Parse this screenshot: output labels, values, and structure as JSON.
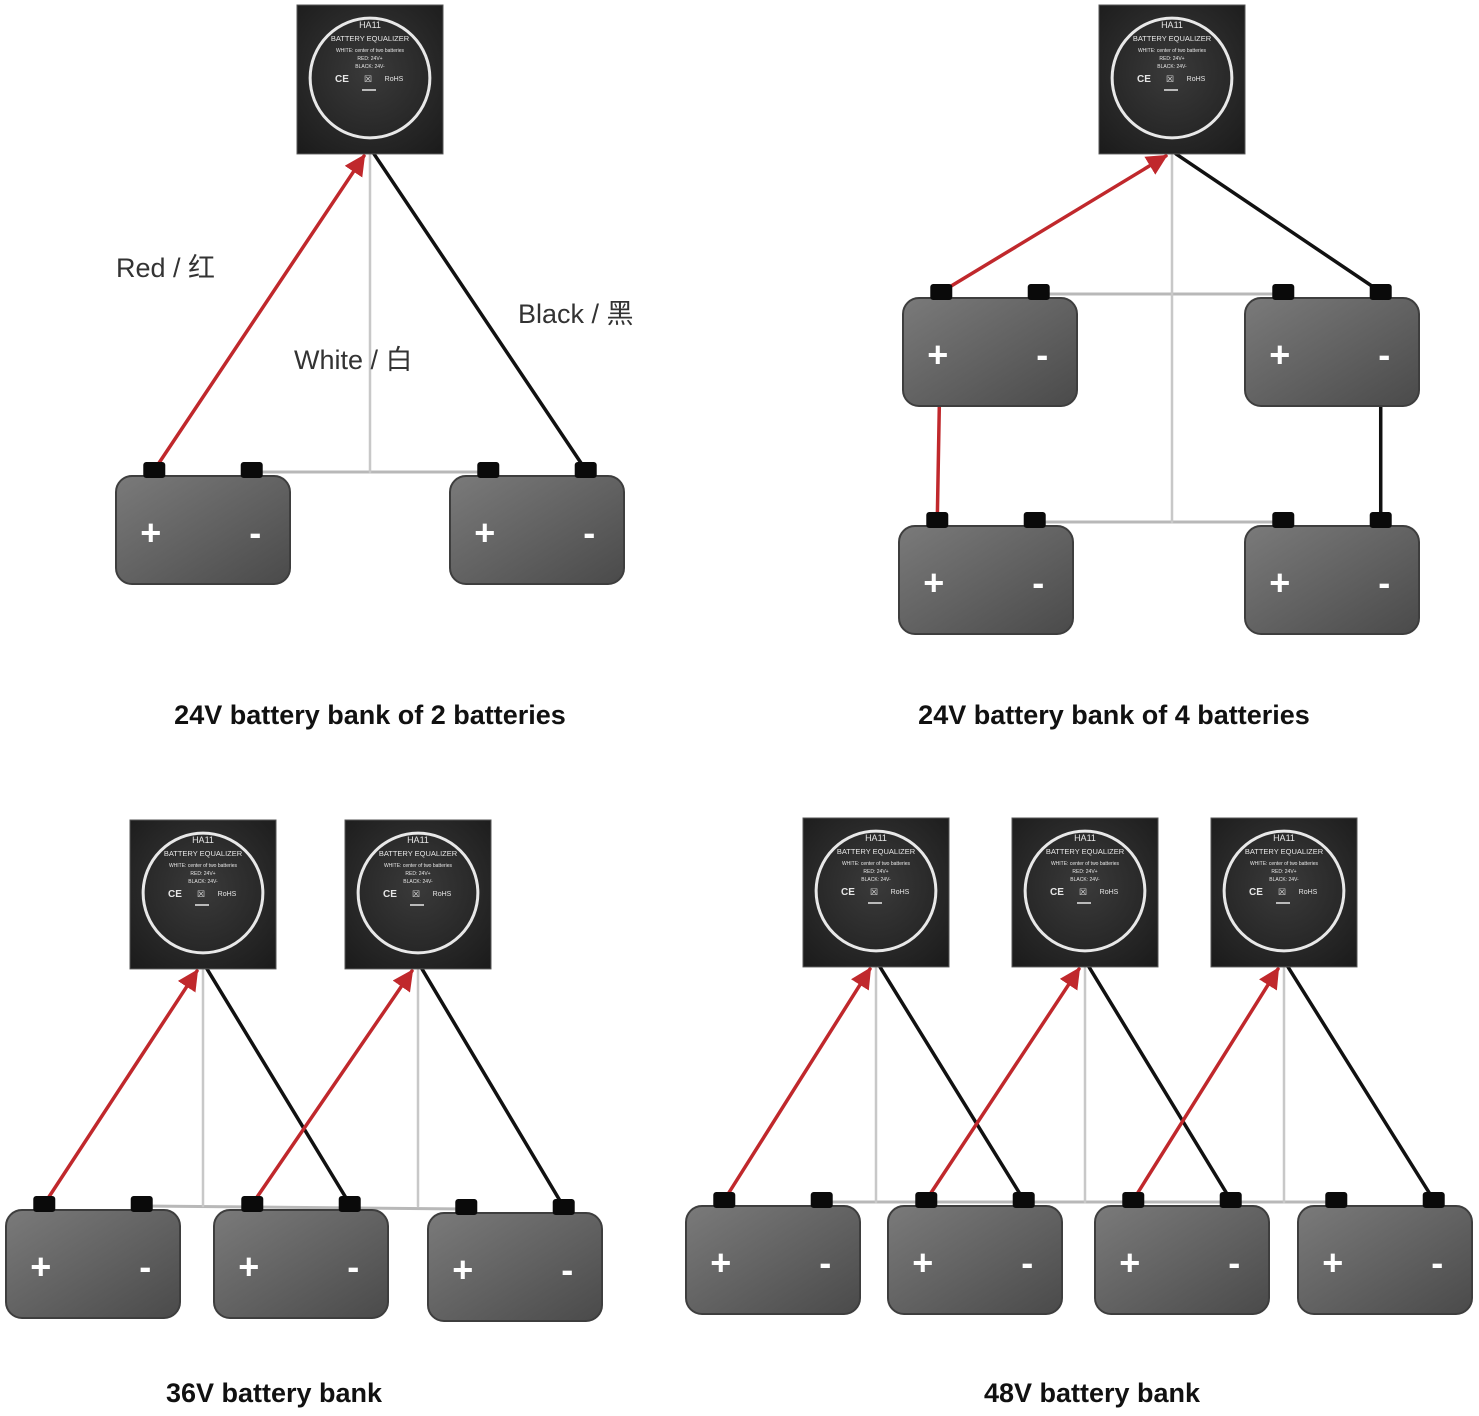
{
  "equalizer": {
    "model": "HA11",
    "name": "BATTERY EQUALIZER",
    "line_white": "WHITE: center of two batteries",
    "line_red": "RED: 24V+",
    "line_black": "BLACK: 24V-",
    "mark_ce": "CE",
    "mark_rohs": "RoHS"
  },
  "battery": {
    "plus": "+",
    "minus": "-"
  },
  "wire_labels": {
    "red": "Red / 红",
    "white": "White / 白",
    "black": "Black / 黑"
  },
  "captions": {
    "p1": "24V battery bank of 2 batteries",
    "p2": "24V battery bank of 4 batteries",
    "p3": "36V battery bank",
    "p4": "48V battery bank"
  },
  "colors": {
    "red_wire": "#c0282c",
    "white_wire": "#c8c8c8",
    "black_wire": "#111111",
    "link_wire": "#b8b8b8",
    "battery_body": "#6b6b6b",
    "terminal": "#0a0a0a",
    "module_bg": "#2a2a2a"
  }
}
